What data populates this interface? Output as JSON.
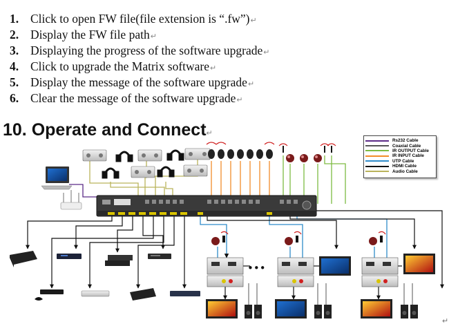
{
  "steps": [
    {
      "num": "1.",
      "text": "Click to open FW file(file extension is “.fw”)"
    },
    {
      "num": "2.",
      "text": "Display the FW file path"
    },
    {
      "num": "3.",
      "text": "Displaying the progress of the software upgrade"
    },
    {
      "num": "4.",
      "text": "Click to upgrade the Matrix software"
    },
    {
      "num": "5.",
      "text": "Display the message of the software upgrade"
    },
    {
      "num": "6.",
      "text": "Clear the message of the software upgrade"
    }
  ],
  "section_title": "10. Operate and Connect",
  "paragraph_mark": "↵",
  "legend": [
    {
      "label": "Rs232 Cable",
      "color": "#5b2a86"
    },
    {
      "label": "Coaxial Cable",
      "color": "#555555"
    },
    {
      "label": "IR OUTPUT Cable",
      "color": "#7dbb42"
    },
    {
      "label": "IR INPUT Cable",
      "color": "#f28c28"
    },
    {
      "label": "UTP Cable",
      "color": "#2e8bc9"
    },
    {
      "label": "HDMI Cable",
      "color": "#111111"
    },
    {
      "label": "Audio Cable",
      "color": "#b9b35a"
    }
  ],
  "ellipsis": "•••"
}
